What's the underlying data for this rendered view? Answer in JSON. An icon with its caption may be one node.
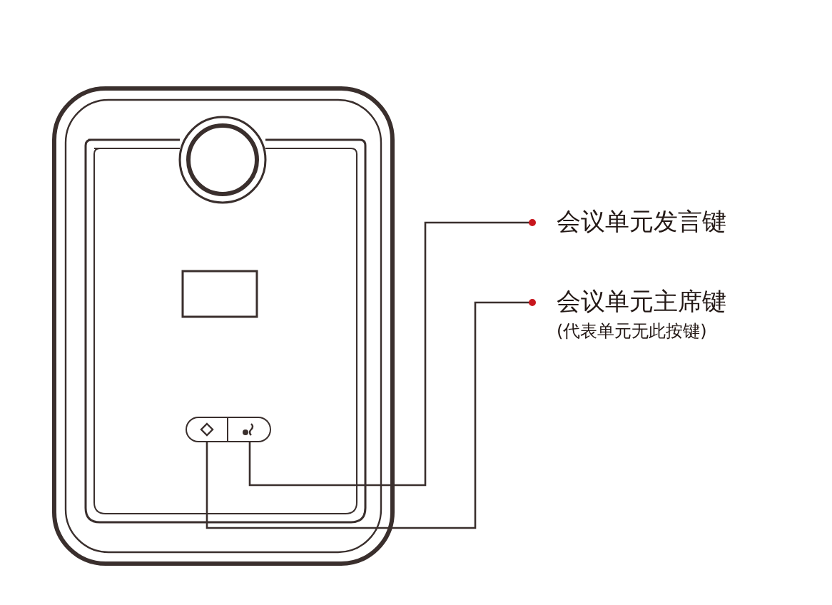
{
  "diagram": {
    "nodes": [
      {
        "text": [
          "会议单元发言键"
        ]
      },
      {
        "text": [
          "会议单元主席键",
          "(代表单元无此按键)"
        ]
      },
      {
        "text": [],
        "shape": "box"
      },
      {
        "text": [],
        "shape": "box"
      }
    ],
    "edges": [
      {
        "from": 0,
        "to": 3,
        "arrow": "other"
      },
      {
        "from": 1,
        "to": 2,
        "arrow": "other"
      }
    ]
  }
}
